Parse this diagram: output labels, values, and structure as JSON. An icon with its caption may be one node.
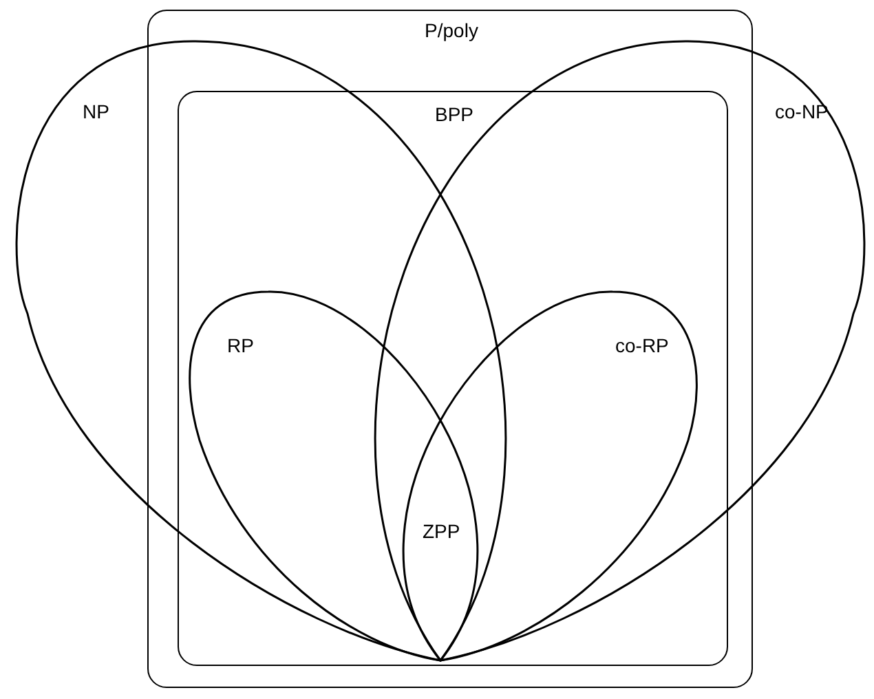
{
  "diagram": {
    "nodes": [
      {
        "text": [
          "P/poly"
        ]
      },
      {
        "text": [
          "NP"
        ]
      },
      {
        "text": [
          "co-NP"
        ]
      },
      {
        "text": [
          "BPP"
        ],
        "in": 0
      },
      {
        "text": [
          "RP"
        ]
      },
      {
        "text": [
          "co-RP"
        ]
      }
    ],
    "labels": [
      "ZPP"
    ]
  }
}
